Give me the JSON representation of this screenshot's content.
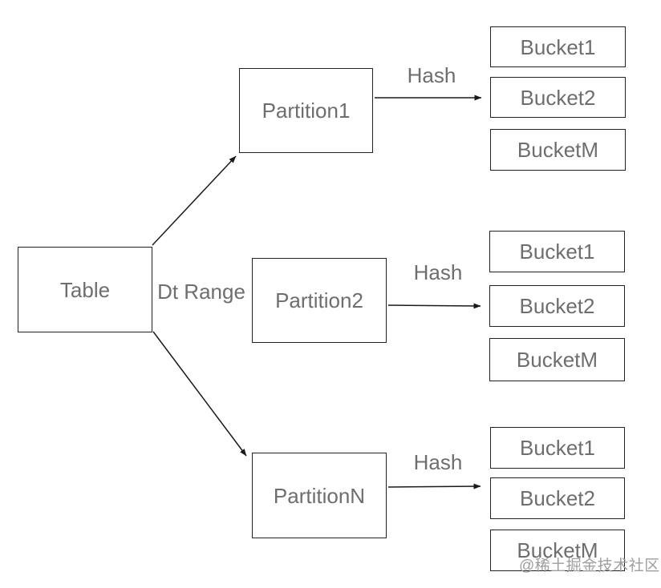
{
  "diagram": {
    "table_label": "Table",
    "dt_range_label": "Dt Range",
    "hash_label": "Hash",
    "partitions": [
      {
        "label": "Partition1"
      },
      {
        "label": "Partition2"
      },
      {
        "label": "PartitionN"
      }
    ],
    "buckets": [
      "Bucket1",
      "Bucket2",
      "BucketM"
    ],
    "watermark": "@稀土掘金技术社区",
    "colors": {
      "background": "#ffffff",
      "box_border": "#222222",
      "text": "#6e6e6e",
      "arrow": "#1a1a1a",
      "watermark": "#9e9e9e"
    }
  }
}
